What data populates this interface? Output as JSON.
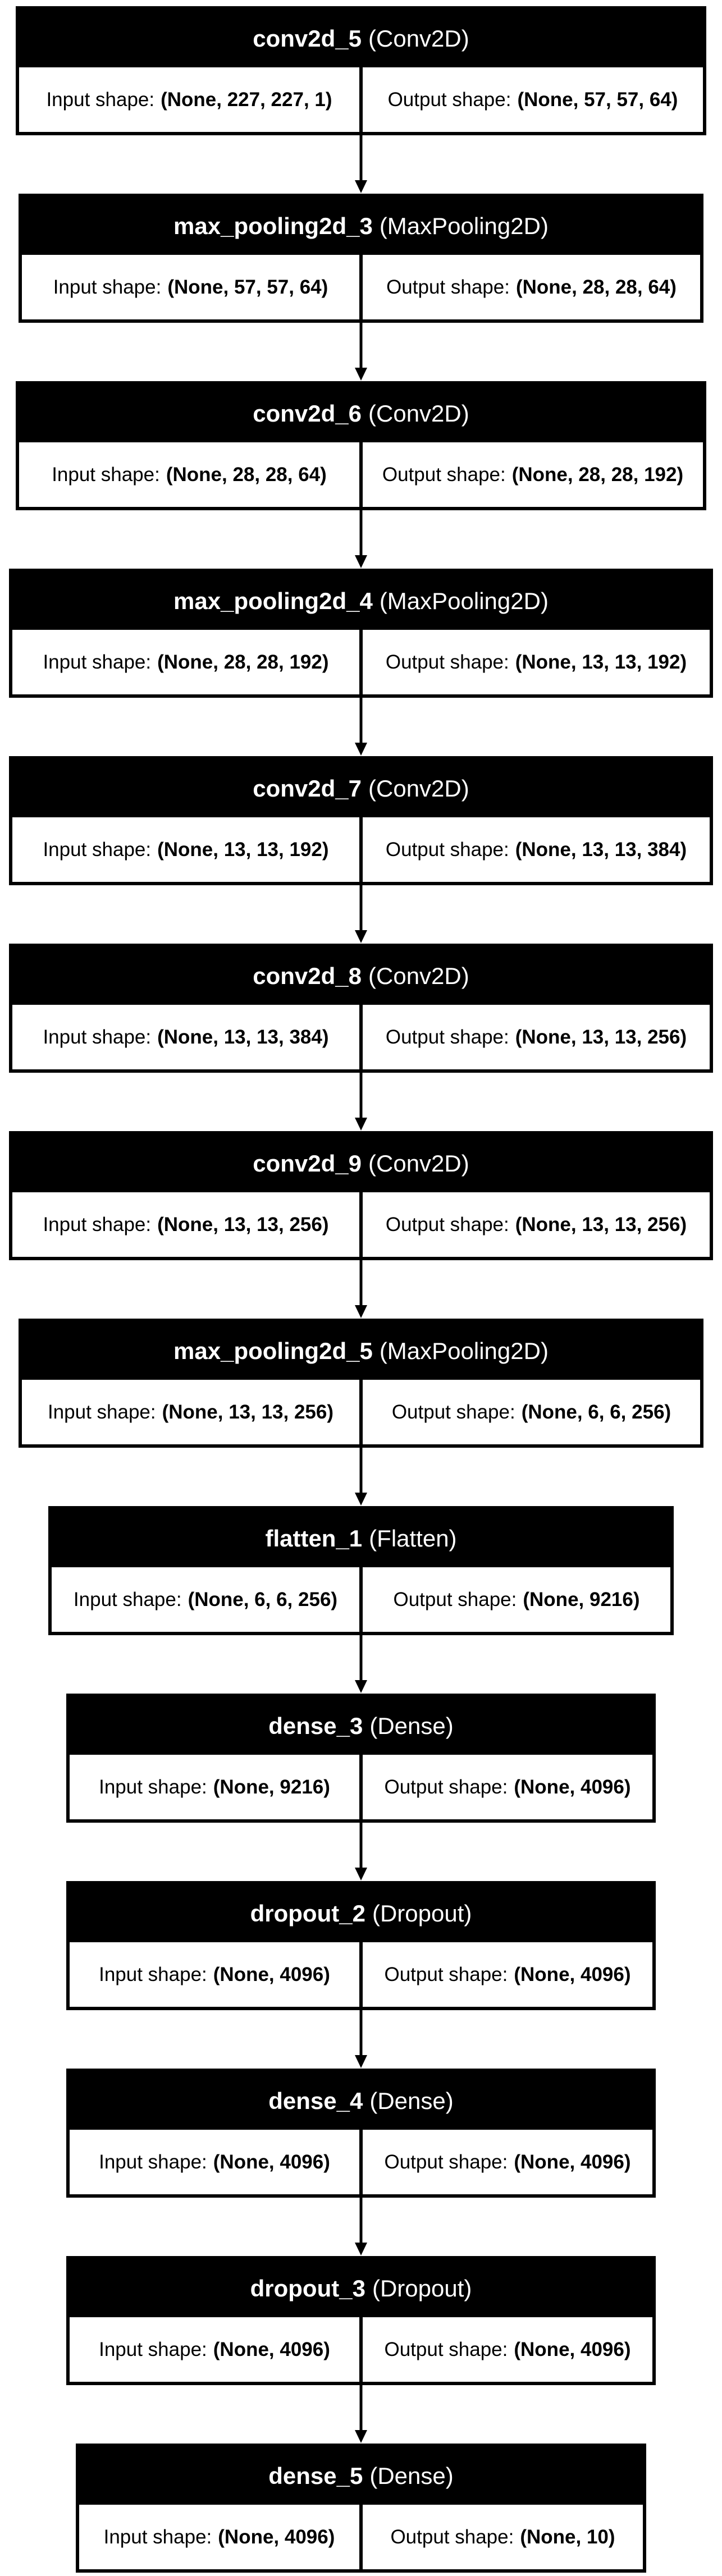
{
  "diagram": {
    "colors": {
      "header_bg": "#000000",
      "header_text": "#ffffff",
      "border": "#000000",
      "background": "#ffffff"
    },
    "labels": {
      "input": "Input shape:",
      "output": "Output shape:"
    },
    "layers": [
      {
        "name": "conv2d_5",
        "type": "(Conv2D)",
        "input": "(None, 227, 227, 1)",
        "output": "(None, 57, 57, 64)"
      },
      {
        "name": "max_pooling2d_3",
        "type": "(MaxPooling2D)",
        "input": "(None, 57, 57, 64)",
        "output": "(None, 28, 28, 64)"
      },
      {
        "name": "conv2d_6",
        "type": "(Conv2D)",
        "input": "(None, 28, 28, 64)",
        "output": "(None, 28, 28, 192)"
      },
      {
        "name": "max_pooling2d_4",
        "type": "(MaxPooling2D)",
        "input": "(None, 28, 28, 192)",
        "output": "(None, 13, 13, 192)"
      },
      {
        "name": "conv2d_7",
        "type": "(Conv2D)",
        "input": "(None, 13, 13, 192)",
        "output": "(None, 13, 13, 384)"
      },
      {
        "name": "conv2d_8",
        "type": "(Conv2D)",
        "input": "(None, 13, 13, 384)",
        "output": "(None, 13, 13, 256)"
      },
      {
        "name": "conv2d_9",
        "type": "(Conv2D)",
        "input": "(None, 13, 13, 256)",
        "output": "(None, 13, 13, 256)"
      },
      {
        "name": "max_pooling2d_5",
        "type": "(MaxPooling2D)",
        "input": "(None, 13, 13, 256)",
        "output": "(None, 6, 6, 256)"
      },
      {
        "name": "flatten_1",
        "type": "(Flatten)",
        "input": "(None, 6, 6, 256)",
        "output": "(None, 9216)"
      },
      {
        "name": "dense_3",
        "type": "(Dense)",
        "input": "(None, 9216)",
        "output": "(None, 4096)"
      },
      {
        "name": "dropout_2",
        "type": "(Dropout)",
        "input": "(None, 4096)",
        "output": "(None, 4096)"
      },
      {
        "name": "dense_4",
        "type": "(Dense)",
        "input": "(None, 4096)",
        "output": "(None, 4096)"
      },
      {
        "name": "dropout_3",
        "type": "(Dropout)",
        "input": "(None, 4096)",
        "output": "(None, 4096)"
      },
      {
        "name": "dense_5",
        "type": "(Dense)",
        "input": "(None, 4096)",
        "output": "(None, 10)"
      }
    ]
  }
}
